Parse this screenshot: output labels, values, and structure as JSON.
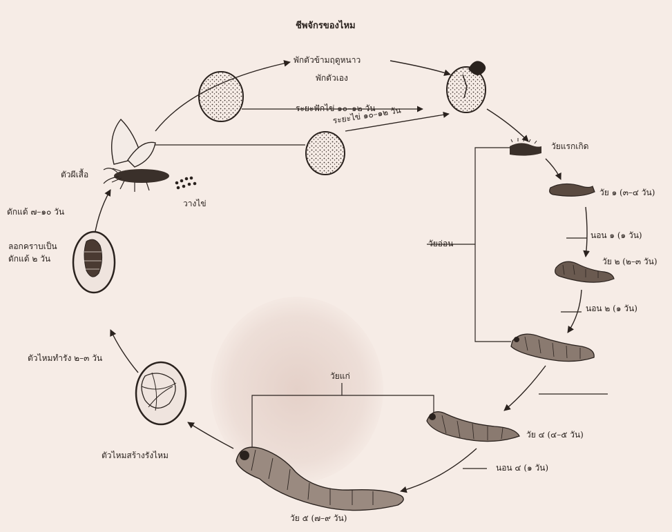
{
  "title": "ชีพจักรของไหม",
  "labels": {
    "egg_hatch_winter": "พักตัวข้ามฤดูหนาว",
    "egg_rest": "พักตัวเอง",
    "egg_period_1": "ระยะฟักไข่ ๑๐–๑๒ วัน",
    "egg_period_2": "ระยะไข่ ๑๐–๑๒ วัน",
    "hatch": "วัยแรกเกิด",
    "instar1": "วัย ๑ (๓–๔ วัน)",
    "molt1": "นอน ๑ (๑ วัน)",
    "instar2": "วัย ๒ (๒–๓ วัน)",
    "molt2": "นอน ๒ (๑ วัน)",
    "young_larva": "วัยอ่อน",
    "old_larva": "วัยแก่",
    "instar4": "วัย ๔ (๔–๕ วัน)",
    "molt4": "นอน ๔ (๑ วัน)",
    "instar5": "วัย ๕ (๗–๙ วัน)",
    "cocoon_spinning": "ตัวไหมสร้างรังไหม",
    "pupa_stage": "ตัวไหมทำรัง ๒–๓ วัน",
    "pupation": "ลอกคราบเป็น ดักแด้ ๒ วัน",
    "pupa_days": "ดักแด้ ๗–๑๐ วัน",
    "moth": "ตัวผีเสื้อ",
    "lay_eggs": "วางไข่"
  },
  "colors": {
    "ink": "#2a221e",
    "paper": "#f6ece6",
    "watermark": "#d8bcb2"
  }
}
